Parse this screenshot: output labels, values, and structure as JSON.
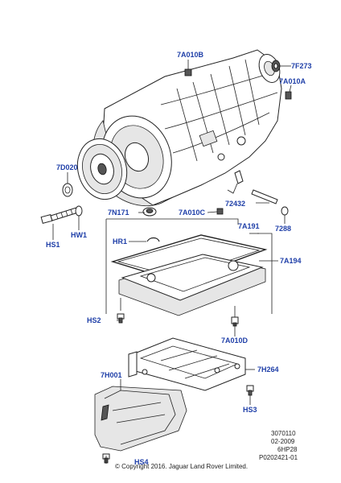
{
  "callouts": {
    "c_7A010B": "7A010B",
    "c_7F273": "7F273",
    "c_7A010A": "7A010A",
    "c_7D020": "7D020",
    "c_72432": "72432",
    "c_7N171": "7N171",
    "c_7A010C": "7A010C",
    "c_7288": "7288",
    "c_HS1": "HS1",
    "c_HW1": "HW1",
    "c_7A191": "7A191",
    "c_HR1": "HR1",
    "c_7A194": "7A194",
    "c_HS2": "HS2",
    "c_7A010D": "7A010D",
    "c_7H264": "7H264",
    "c_7H001": "7H001",
    "c_HS3": "HS3",
    "c_HS4": "HS4"
  },
  "footer": {
    "code1": "3070110",
    "date": "02-2009",
    "model": "6HP28",
    "ref": "P0202421-01",
    "copyright": "© Copyright 2016. Jaguar Land Rover Limited."
  }
}
